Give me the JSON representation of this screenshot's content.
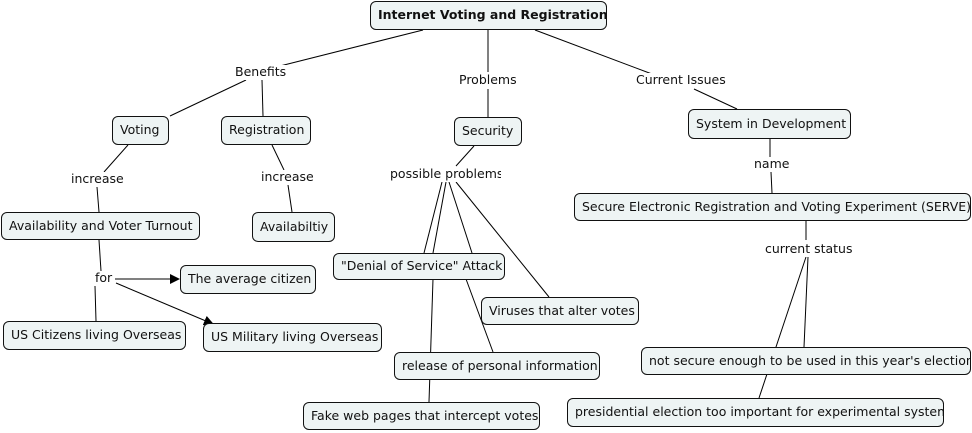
{
  "root": "Internet Voting and Registration",
  "links": {
    "benefits": "Benefits",
    "problems": "Problems",
    "current_issues": "Current Issues",
    "increase_1": "increase",
    "increase_2": "increase",
    "for": "for",
    "possible_problems": "possible problems",
    "name": "name",
    "current_status": "current status"
  },
  "concepts": {
    "voting": "Voting",
    "registration": "Registration",
    "security": "Security",
    "system_in_development": "System in Development",
    "availability_turnout": "Availability and Voter Turnout",
    "availability": "Availabiltiy",
    "serve": "Secure Electronic Registration and Voting Experiment (SERVE)",
    "average_citizen": "The average citizen",
    "us_citizens_overseas": "US Citizens living Overseas",
    "us_military_overseas": "US Military living Overseas",
    "denial_of_service": "\"Denial of Service\" Attack",
    "viruses": "Viruses that alter votes",
    "release_info": "release of personal information",
    "fake_pages": "Fake web pages that intercept votes",
    "not_secure": "not secure enough to be used in this year's election",
    "presidential": "presidential election too important for experimental system"
  }
}
